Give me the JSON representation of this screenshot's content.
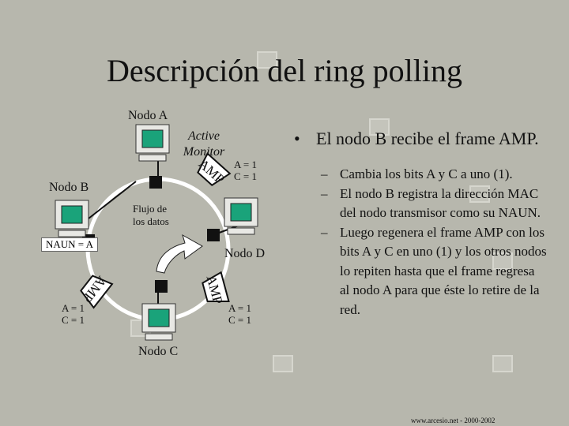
{
  "slide": {
    "title": "Descripción del ring polling",
    "footer": "www.arcesio.net - 2000-2002"
  },
  "diagram": {
    "node_a": "Nodo A",
    "node_b": "Nodo B",
    "node_c": "Nodo C",
    "node_d": "Nodo D",
    "active_monitor": [
      "Active",
      "Monitor"
    ],
    "flow_label": [
      "Flujo de",
      "los datos"
    ],
    "naun": "NAUN = A",
    "amp": "AMP",
    "bits_top": [
      "A = 1",
      "C = 1"
    ],
    "bits_left": [
      "A = 1",
      "C = 1"
    ],
    "bits_right": [
      "A = 1",
      "C = 1"
    ]
  },
  "text": {
    "bullet_mark": "•",
    "bullet": "El nodo B recibe el frame AMP.",
    "dash": "–",
    "subs": [
      "Cambia los bits A y C a uno (1).",
      "El nodo B registra la dirección MAC del nodo transmisor como su NAUN.",
      "Luego regenera el frame AMP con los bits A y C en uno (1) y los otros nodos lo repiten hasta que el frame regresa al nodo A para que éste lo retire de la red."
    ]
  },
  "colors": {
    "background": "#b7b7ad",
    "screen": "#1aa37a",
    "ring": "#ffffff",
    "connector": "#111111"
  }
}
